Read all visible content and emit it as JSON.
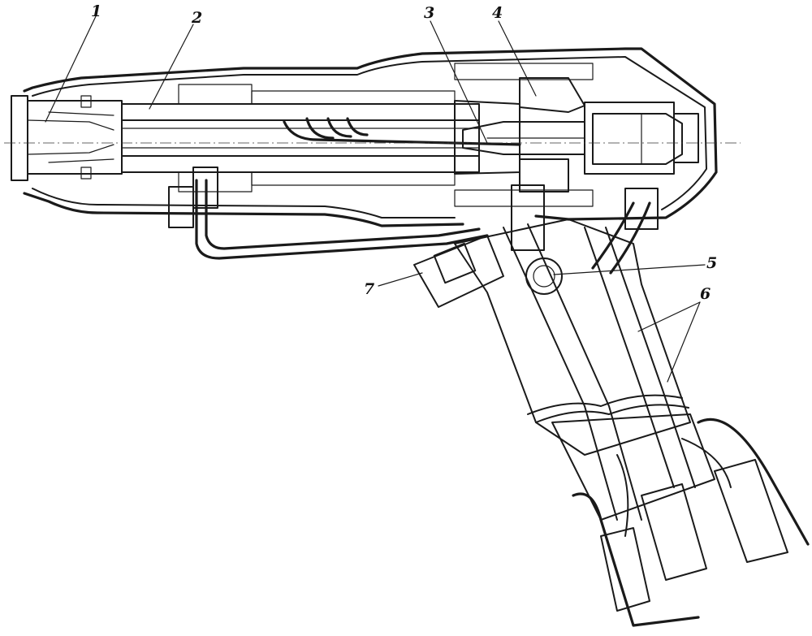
{
  "diagram": {
    "callouts": [
      {
        "id": "1",
        "label": "1"
      },
      {
        "id": "2",
        "label": "2"
      },
      {
        "id": "3",
        "label": "3"
      },
      {
        "id": "4",
        "label": "4"
      },
      {
        "id": "5",
        "label": "5"
      },
      {
        "id": "6",
        "label": "6"
      },
      {
        "id": "7",
        "label": "7"
      }
    ]
  },
  "colors": {
    "ink": "#1a1a1a",
    "paper": "#ffffff"
  }
}
